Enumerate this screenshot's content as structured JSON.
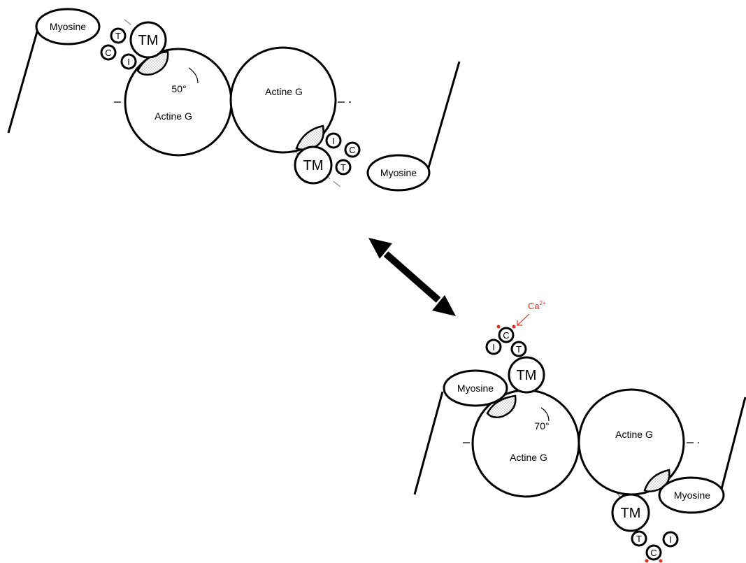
{
  "diagram": {
    "top": {
      "myosin_left": "Myosine",
      "myosin_right": "Myosine",
      "actin_left": "Actine G",
      "actin_right": "Actine G",
      "angle": "50°",
      "tm_left": "TM",
      "tm_right": "TM",
      "troponin": {
        "t": "T",
        "c": "C",
        "i": "I"
      }
    },
    "bottom": {
      "myosin_left": "Myosine",
      "myosin_right": "Myosine",
      "actin_left": "Actine G",
      "actin_right": "Actine G",
      "angle": "70°",
      "tm_top": "TM",
      "tm_bottom": "TM",
      "troponin": {
        "t": "T",
        "c": "C",
        "i": "I"
      },
      "calcium": {
        "base": "Ca",
        "charge": "2+"
      }
    }
  },
  "colors": {
    "line": "#000000",
    "calcium": "#e03020",
    "grey_line": "#888888"
  }
}
